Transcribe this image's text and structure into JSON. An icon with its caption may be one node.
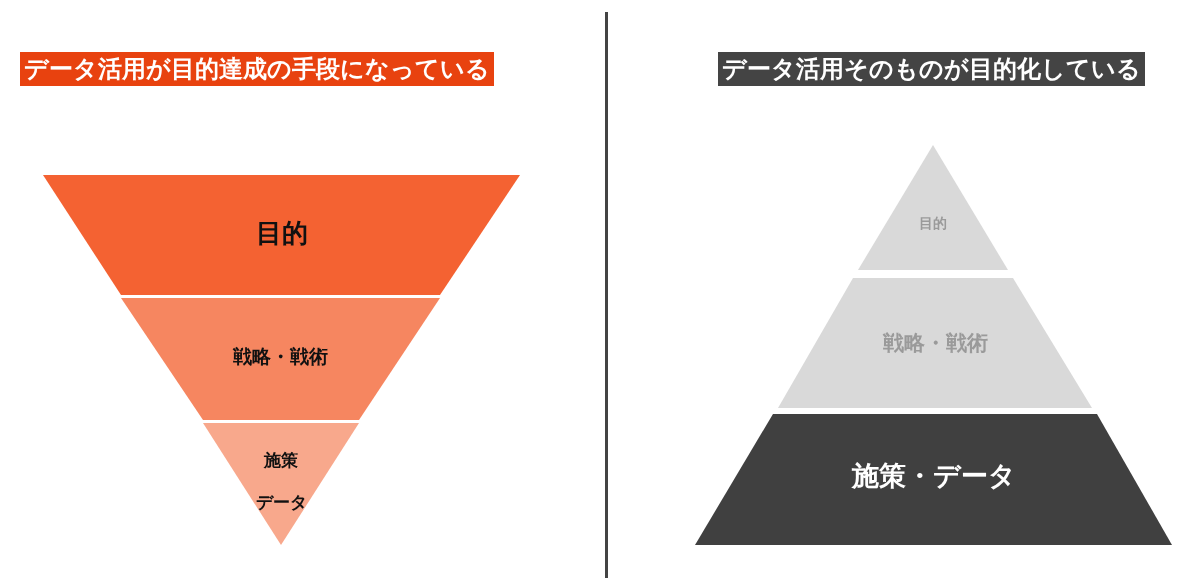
{
  "diagram": {
    "nodes": [
      {
        "text": [
          "データ活用が目的達成の手段になっている"
        ]
      },
      {
        "text": [
          "目的"
        ]
      },
      {
        "text": [
          "戦略・戦術"
        ]
      },
      {
        "text": [
          "施策",
          "データ"
        ]
      },
      {
        "text": [
          "データ活用そのものが目的化している"
        ]
      },
      {
        "text": [
          "目的"
        ]
      },
      {
        "text": [
          "戦略・戦術"
        ]
      },
      {
        "text": [
          "施策・データ"
        ]
      }
    ]
  }
}
